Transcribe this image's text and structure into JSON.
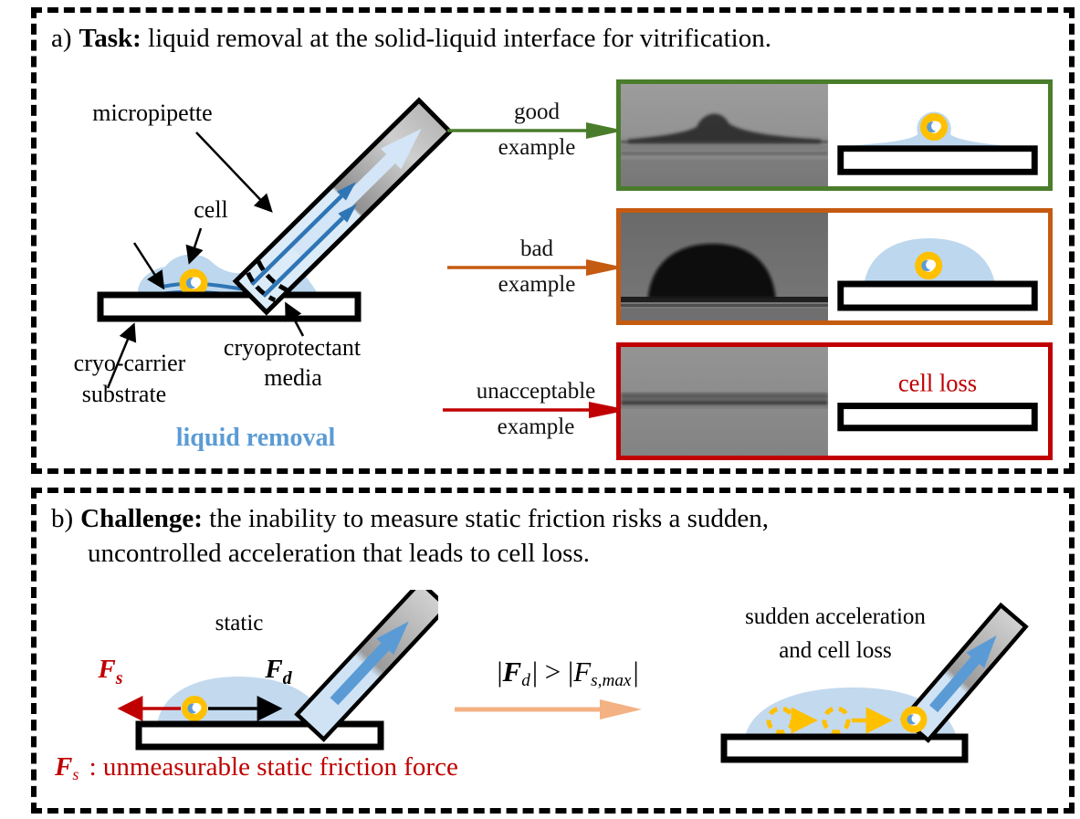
{
  "panel_a": {
    "label": "a)",
    "heading": "Task:",
    "title_rest": " liquid removal at the solid-liquid interface for vitrification.",
    "diagram": {
      "micropipette_label": "micropipette",
      "cell_label": "cell",
      "substrate_label_line1": "cryo-carrier",
      "substrate_label_line2": "substrate",
      "media_label_line1": "cryoprotectant",
      "media_label_line2": "media",
      "liquid_removal_label": "liquid removal"
    },
    "examples": [
      {
        "name": "good",
        "line1": "good",
        "line2": "example",
        "color": "#4a7d2b"
      },
      {
        "name": "bad",
        "line1": "bad",
        "line2": "example",
        "color": "#c55a11"
      },
      {
        "name": "unacceptable",
        "line1": "unacceptable",
        "line2": "example",
        "color": "#c00000"
      }
    ],
    "cell_loss_label": "cell loss"
  },
  "panel_b": {
    "label": "b)",
    "heading": "Challenge:",
    "title_rest_line1": " the inability to measure static friction risks a sudden,",
    "title_line2": "uncontrolled acceleration that leads to cell loss.",
    "static_label": "static",
    "fs_symbol": "F",
    "fs_sub": "s",
    "fd_symbol": "F",
    "fd_sub": "d",
    "formula": {
      "lhs_open": "|",
      "lhs_f": "F",
      "lhs_sub": "d",
      "mid": "| > |",
      "rhs_f": "F",
      "rhs_sub": "s,max",
      "close": "|"
    },
    "accel_label_line1": "sudden acceleration",
    "accel_label_line2": "and cell loss",
    "legend_symbol": "F",
    "legend_sub": "s",
    "legend_text": " : unmeasurable static friction force"
  },
  "colors": {
    "good_green": "#4a7d2b",
    "bad_orange": "#c55a11",
    "alert_red": "#c00000",
    "salmon_arrow": "#f4b183",
    "cell_yellow": "#ffc000",
    "droplet_blue": "#bdd7ee",
    "flow_blue": "#2e75b6",
    "accent_blue": "#5b9bd5"
  }
}
